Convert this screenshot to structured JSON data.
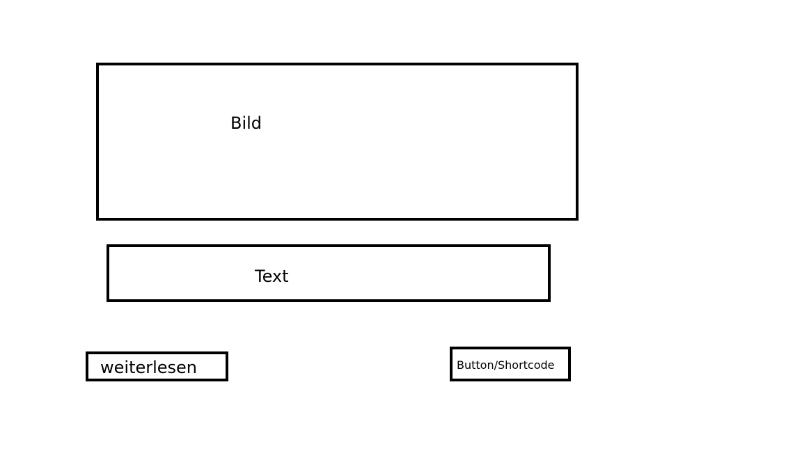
{
  "wireframe": {
    "image_placeholder": {
      "label": "Bild"
    },
    "text_placeholder": {
      "label": "Text"
    },
    "read_more": {
      "label": "weiterlesen"
    },
    "button": {
      "label": "Button/Shortcode"
    }
  }
}
